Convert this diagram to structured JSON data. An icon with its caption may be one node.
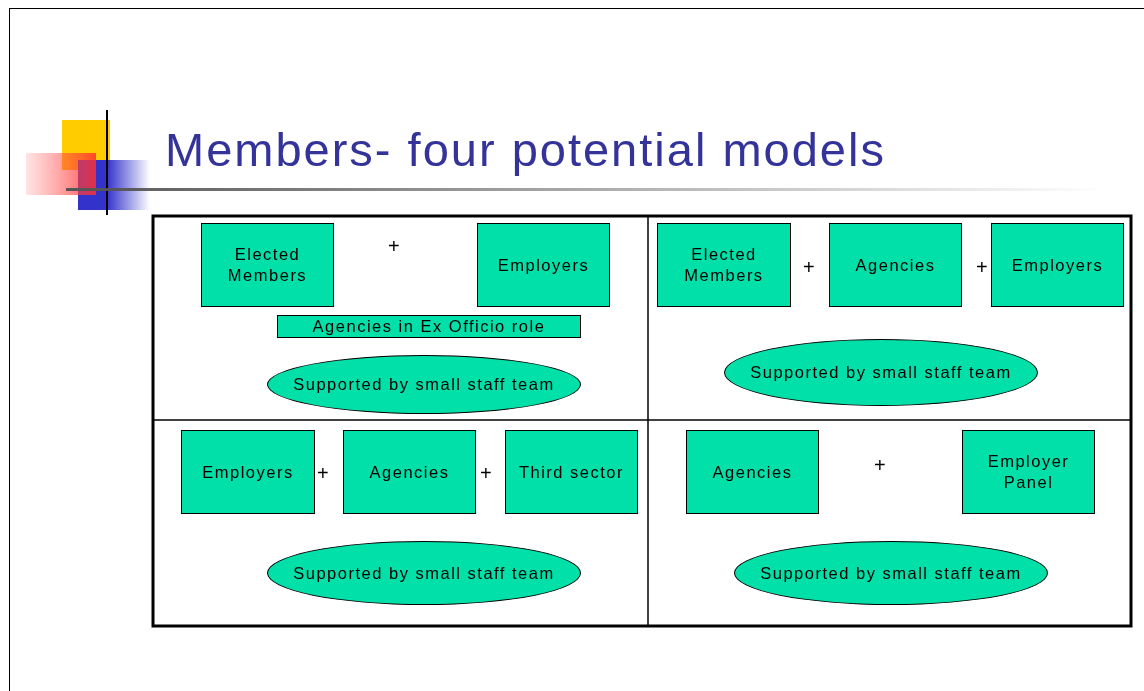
{
  "diagram": {
    "title": "Members- four potential models",
    "nodes": [
      {
        "text": [
          "Elected Members"
        ]
      },
      {
        "text": [
          "Employers"
        ]
      },
      {
        "text": [
          "Agencies in Ex Officio role"
        ]
      },
      {
        "text": [
          "Supported by small staff team"
        ]
      },
      {
        "text": [
          "Elected Members"
        ]
      },
      {
        "text": [
          "Agencies"
        ]
      },
      {
        "text": [
          "Employers"
        ]
      },
      {
        "text": [
          "Supported by small staff team"
        ]
      },
      {
        "text": [
          "Employers"
        ]
      },
      {
        "text": [
          "Agencies"
        ]
      },
      {
        "text": [
          "Third sector"
        ]
      },
      {
        "text": [
          "Supported by small staff team"
        ]
      },
      {
        "text": [
          "Agencies"
        ]
      },
      {
        "text": [
          "Employer Panel"
        ]
      },
      {
        "text": [
          "Supported by small staff team"
        ]
      }
    ],
    "labels": [
      "+",
      "+",
      "+",
      "+",
      "+",
      "+"
    ]
  }
}
